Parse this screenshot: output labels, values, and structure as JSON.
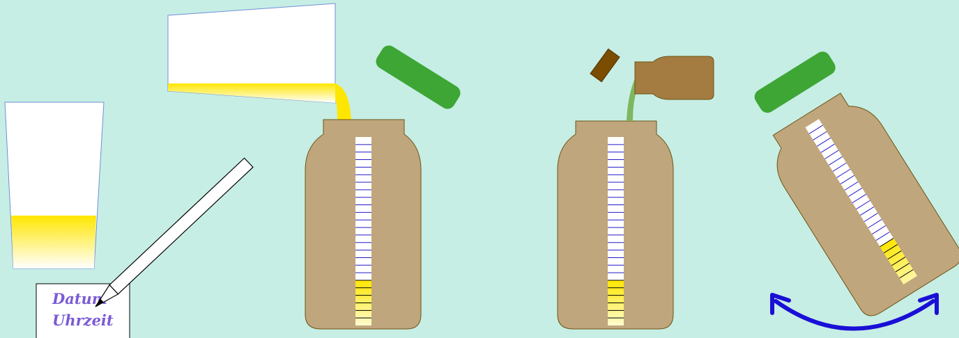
{
  "colors": {
    "background": "#c6eee5",
    "jar_body": "#c0a67c",
    "jar_outline": "#6d5414",
    "cap_green": "#3ea635",
    "urine_yellow": "#ffe600",
    "scale_line": "#2418c8",
    "bottle_brown": "#a47b40",
    "cork_brown": "#7a4d00",
    "stream_green": "#7fb75e",
    "pen_arrow_blue": "#1a0fd6"
  },
  "note_card": {
    "line1": "Datum",
    "line2": "Uhrzeit"
  },
  "scale": {
    "total_marks": 24,
    "filled_marks": 6
  },
  "icons": [
    "cup-icon",
    "pitcher-icon",
    "pen-icon",
    "jar-icon",
    "cap-icon",
    "bottle-icon",
    "cork-icon",
    "swirl-arrow-icon"
  ]
}
